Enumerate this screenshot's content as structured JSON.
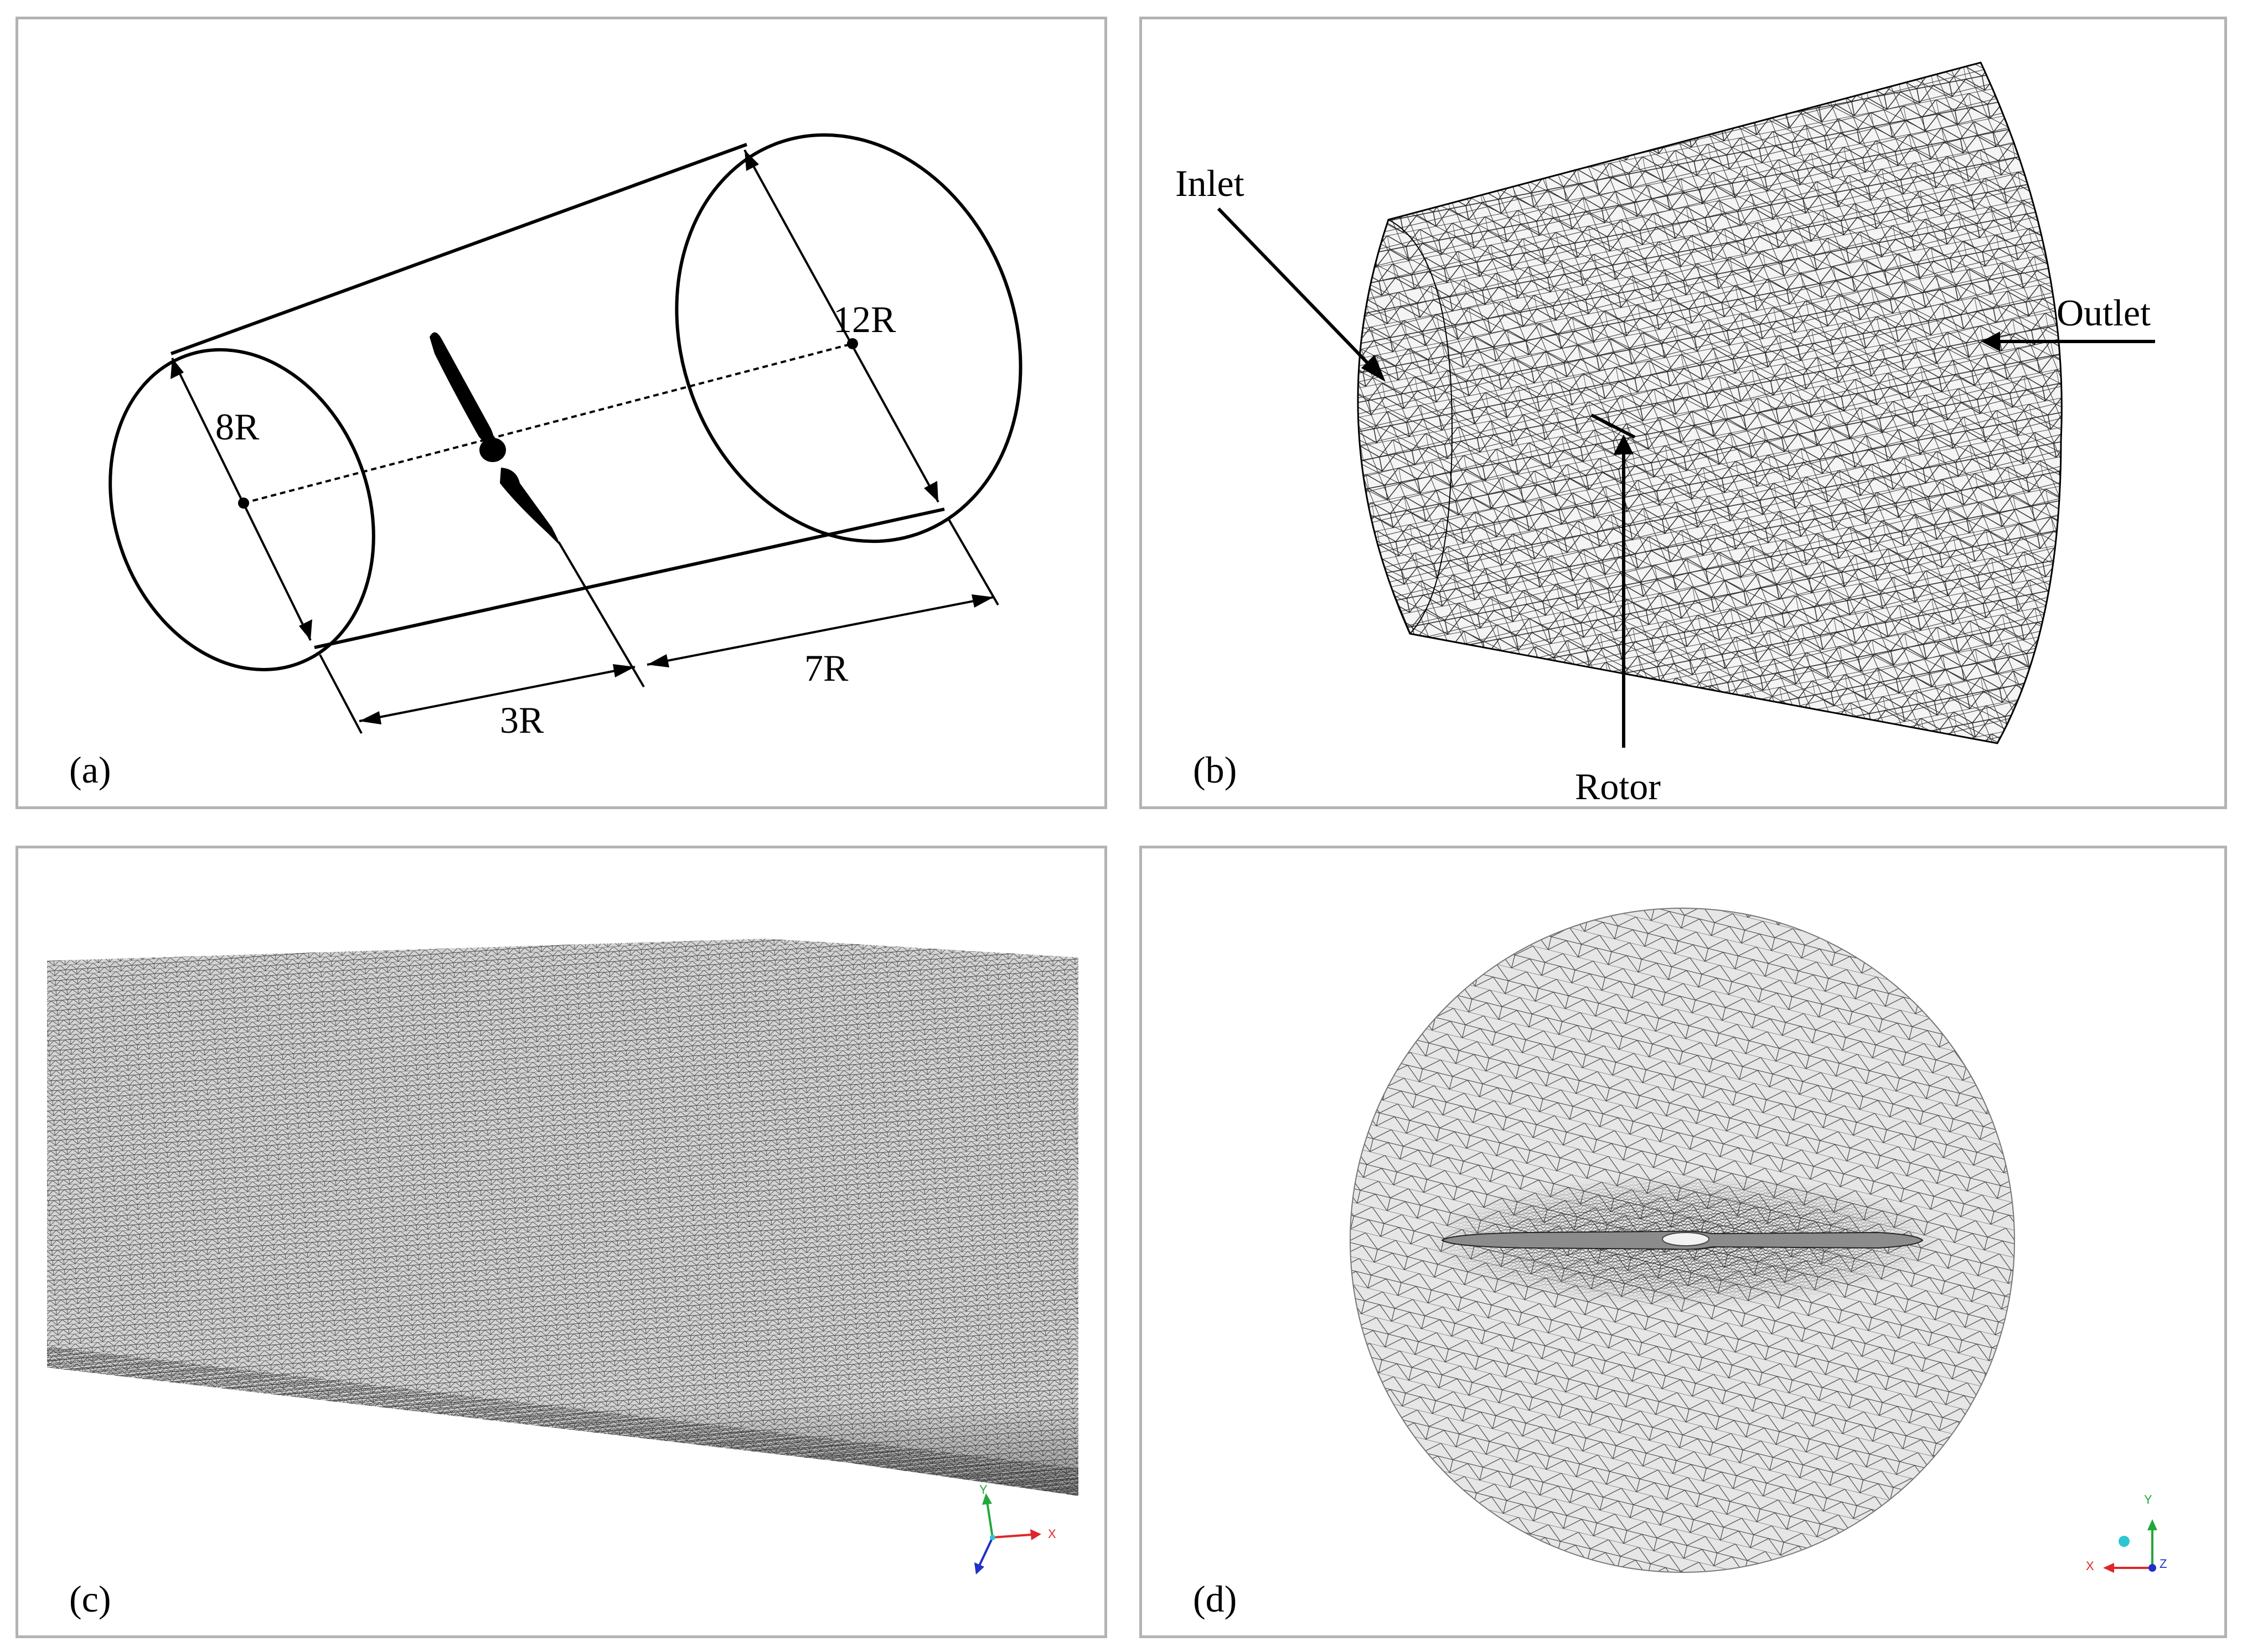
{
  "panels": {
    "a": {
      "letter": "(a)",
      "dimensions": {
        "inlet_diameter": "8R",
        "outlet_diameter": "12R",
        "upstream_length": "3R",
        "downstream_length": "7R"
      }
    },
    "b": {
      "letter": "(b)",
      "labels": {
        "inlet": "Inlet",
        "outlet": "Outlet",
        "rotor": "Rotor"
      }
    },
    "c": {
      "letter": "(c)",
      "triad": {
        "x": "X",
        "y": "Y"
      }
    },
    "d": {
      "letter": "(d)",
      "triad": {
        "x": "X",
        "y": "Y",
        "z": "Z"
      }
    }
  },
  "colors": {
    "frame": "#b3b3b3",
    "ink": "#000000",
    "mesh_fill": "#cfcfcf",
    "mesh_line": "#3a3a3a",
    "axis_x": "#e0252b",
    "axis_y": "#22a83a",
    "axis_z": "#2030c8",
    "axis_dot": "#2cc6d0"
  }
}
